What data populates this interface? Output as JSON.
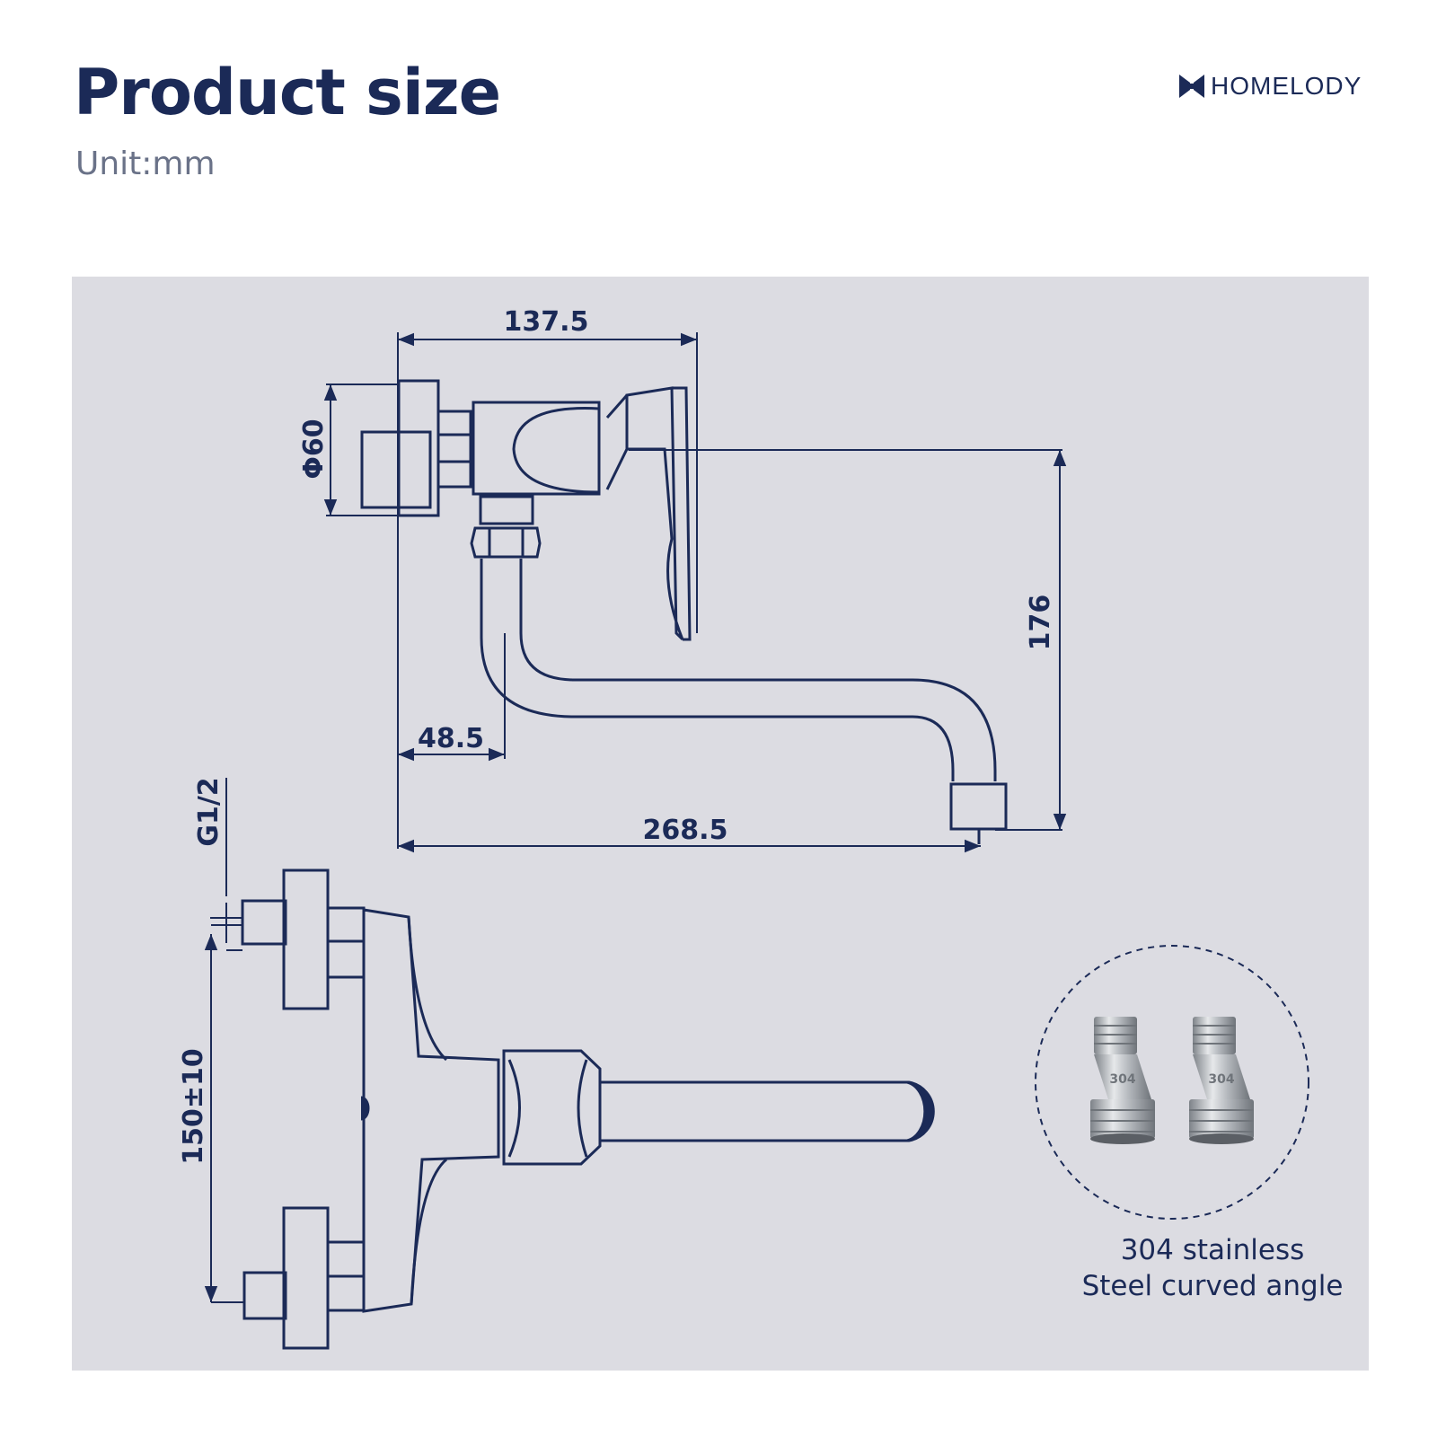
{
  "header": {
    "title": "Product size",
    "unit": "Unit:mm",
    "brand": "HOMELODY"
  },
  "dimensions": {
    "width_top": "137.5",
    "diameter": "Φ60",
    "height": "176",
    "offset": "48.5",
    "reach": "268.5",
    "thread": "G1/2",
    "centers": "150±10"
  },
  "fitting": {
    "stamp": "304",
    "caption_line1": "304 stainless",
    "caption_line2": "Steel curved angle"
  },
  "colors": {
    "line": "#1b2a57",
    "panel": "#dcdce2",
    "subtitle": "#6a7288"
  }
}
